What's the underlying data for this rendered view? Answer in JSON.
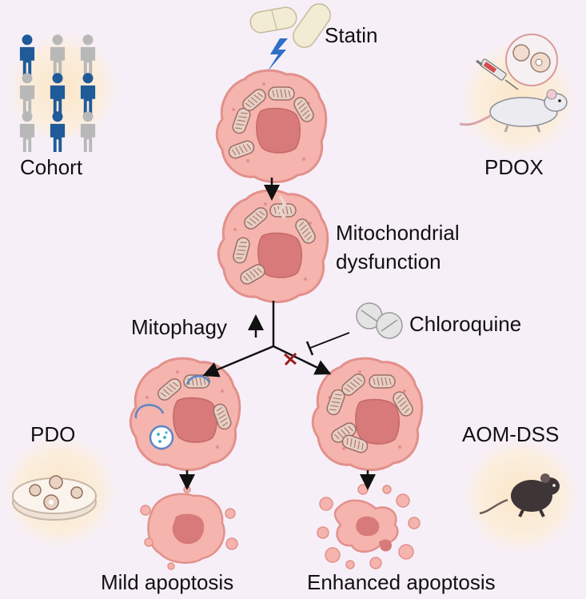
{
  "labels": {
    "statin": "Statin",
    "cohort": "Cohort",
    "pdox": "PDOX",
    "mito_line1": "Mitochondrial",
    "mito_line2": "dysfunction",
    "mitophagy": "Mitophagy",
    "chloroquine": "Chloroquine",
    "pdo": "PDO",
    "aom_dss": "AOM-DSS",
    "mild": "Mild apoptosis",
    "enhanced": "Enhanced apoptosis"
  },
  "cohort_grid": [
    [
      "blue",
      "grey",
      "grey"
    ],
    [
      "grey",
      "blue",
      "blue"
    ],
    [
      "grey",
      "blue",
      "grey"
    ]
  ],
  "colors": {
    "background": "#f6eff8",
    "cell_membrane": "#f2a8a4",
    "cell_body": "#f5b4ad",
    "nucleus": "#d97a7a",
    "mitochondria": "#e8cfc4",
    "cohort_blue": "#1f5a99",
    "cohort_grey": "#b8b8b8",
    "lightning": "#2f6fc4",
    "inhibit_mark": "#9b1c1c"
  }
}
